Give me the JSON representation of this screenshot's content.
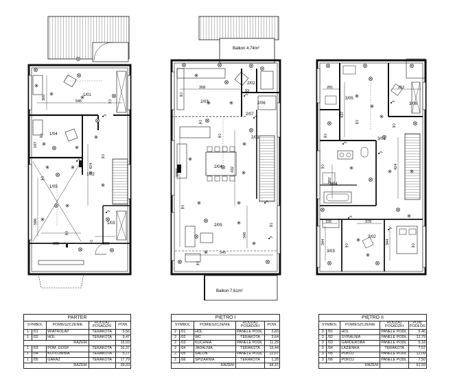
{
  "floors": [
    {
      "id": "parter",
      "title": "PARTER",
      "headers": {
        "symbol": "SYMBOL",
        "room": "POMIESZCZENIE",
        "floor": "RODZAJ POSADZKI",
        "area": "POW."
      },
      "rows": [
        {
          "n": "1",
          "code": "/01",
          "name": "WIATROŁAP",
          "floor": "TERAKOTA",
          "area": "5,56"
        },
        {
          "n": "1",
          "code": "/02",
          "name": "HOL",
          "floor": "TERAKOTA",
          "area": "9,47"
        },
        {
          "subtotal_label": "RAZEM:",
          "area": "15,03"
        },
        {
          "n": "1",
          "code": "/03",
          "name": "POM. GOSP.",
          "floor": "TERAKOTA",
          "area": "16,37"
        },
        {
          "n": "1",
          "code": "/04",
          "name": "KOTŁOWNIA",
          "floor": "TERAKOTA",
          "area": "5,17"
        },
        {
          "n": "1",
          "code": "/05",
          "name": "GARAŻ",
          "floor": "TERAKOTA",
          "area": "17,79"
        }
      ],
      "total_label": "RAZEM:",
      "total": "39,33",
      "rooms": [
        "1/01",
        "1/02",
        "1/03",
        "1/04",
        "1/05"
      ],
      "dims": [
        "305",
        "545",
        "424",
        "586",
        "305",
        "228",
        "187",
        "181"
      ]
    },
    {
      "id": "pietro1",
      "title": "PIĘTRO I",
      "headers": {
        "symbol": "SYMBOL",
        "room": "POMIESZCZENIE",
        "floor": "RODZAJ POSADZKI",
        "area": "POW."
      },
      "rows": [
        {
          "n": "2",
          "code": "/01",
          "name": "HOL",
          "floor": "PANELE PODŁ.",
          "area": "3,83"
        },
        {
          "n": "2",
          "code": "/02",
          "name": "WC",
          "floor": "TERAKOTA",
          "area": "3,64"
        },
        {
          "n": "2",
          "code": "/03",
          "name": "KUCHNIA",
          "floor": "PANELE PODŁ.",
          "area": "11,29"
        },
        {
          "n": "2",
          "code": "/04",
          "name": "JADALNIA",
          "floor": "TERAKOTA",
          "area": "15,44"
        },
        {
          "n": "2",
          "code": "/05",
          "name": "SALON",
          "floor": "PANELE PODŁ.",
          "area": "22,67"
        },
        {
          "n": "2",
          "code": "/06",
          "name": "SPIŻARNIA",
          "floor": "TERAKOTA",
          "area": "1,28"
        }
      ],
      "total_label": "RAZEM:",
      "total": "58,15",
      "rooms": [
        "2/01",
        "2/02",
        "2/03",
        "2/04",
        "2/05",
        "2/06",
        "2/07"
      ],
      "dims": [
        "308",
        "93",
        "432",
        "1097",
        "348",
        "545"
      ],
      "balcony_top": "Balkon 4,74m²",
      "balcony_bottom": "Balkon 7,61m²"
    },
    {
      "id": "pietro2",
      "title": "PIĘTRO II",
      "headers": {
        "symbol": "SYMBOL",
        "room": "POMIESZCZENIE",
        "floor": "RODZAJ POSADZKI",
        "area": "POW. PODŁÓG"
      },
      "rows": [
        {
          "n": "3",
          "code": "/01",
          "name": "HOL",
          "floor": "PANELE PODŁ.",
          "area": "6,46"
        },
        {
          "n": "3",
          "code": "/02",
          "name": "SYPIALNIA",
          "floor": "PANELE PODŁ.",
          "area": "12,79"
        },
        {
          "n": "3",
          "code": "/03",
          "name": "GARDEROBA",
          "floor": "PANELE PODŁ.",
          "area": "5,18"
        },
        {
          "n": "3",
          "code": "/04",
          "name": "ŁAZIENKA",
          "floor": "TERAKOTA",
          "area": "7,57"
        },
        {
          "n": "3",
          "code": "/05",
          "name": "POKÓJ",
          "floor": "PANELE PODŁ.",
          "area": "12,09"
        },
        {
          "n": "3",
          "code": "/06",
          "name": "POKÓJ",
          "floor": "PANELE PODŁ.",
          "area": "7,50"
        }
      ],
      "total_label": "RAZEM:",
      "total": "51,59",
      "rooms": [
        "3/01",
        "3/02",
        "3/03",
        "3/04",
        "3/05",
        "3/06"
      ],
      "dims": [
        "281",
        "252",
        "437",
        "424",
        "392",
        "155",
        "378",
        "344",
        "344"
      ]
    }
  ]
}
